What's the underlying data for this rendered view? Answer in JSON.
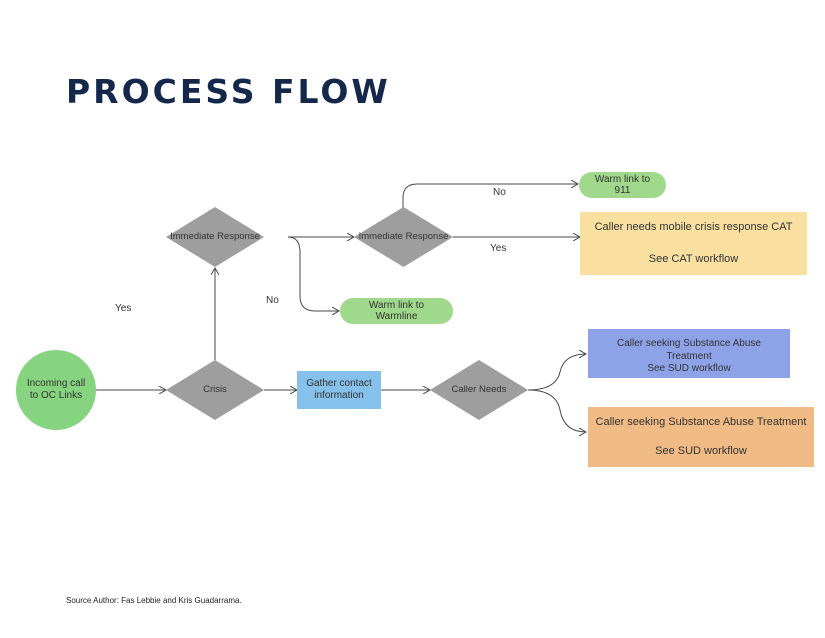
{
  "title": "PROCESS FLOW",
  "source": "Source Author: Fas Lebbie and Kris Guadarrama.",
  "colors": {
    "title": "#14284b",
    "start_green": "#86d47f",
    "pill_green": "#a0d98c",
    "decision_gray": "#9e9e9e",
    "process_blue": "#85c1ea",
    "cat_yellow": "#f9e0a0",
    "sud_purple": "#8ea2e8",
    "sud_orange": "#f0bb85",
    "connector": "#4a4a4a"
  },
  "nodes": {
    "start": "Incoming call to OC Links",
    "crisis": "Crisis",
    "immediate_response_1": "Immediate Response",
    "immediate_response_2": "Immediate Response",
    "gather": "Gather contact information",
    "caller_needs": "Caller Needs",
    "warm_911": "Warm link to 911",
    "warmline": "Warm link to Warmline",
    "cat": {
      "title": "Caller needs mobile crisis response CAT",
      "sub": "See CAT workflow"
    },
    "sud_1": {
      "title": "Caller seeking Substance Abuse Treatment",
      "sub": "See SUD workflow"
    },
    "sud_2": {
      "title": "Caller seeking Substance Abuse Treatment",
      "sub": "See SUD workflow"
    }
  },
  "edge_labels": {
    "crisis_yes": "Yes",
    "ir1_no": "No",
    "ir2_no": "No",
    "ir2_yes": "Yes"
  }
}
